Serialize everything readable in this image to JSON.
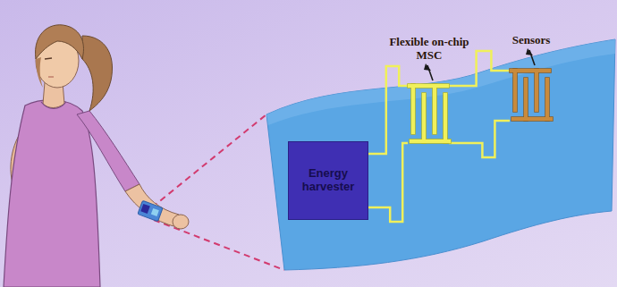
{
  "diagram": {
    "nodes": [
      {
        "text": [
          "Energy harvester"
        ]
      },
      {
        "text": [
          "Flexible on-chip MSC"
        ]
      },
      {
        "text": [
          "Sensors"
        ]
      }
    ],
    "edges": [
      {
        "from": 0,
        "to": 1,
        "arrow": "none"
      },
      {
        "from": 1,
        "to": 2,
        "arrow": "none"
      }
    ]
  }
}
